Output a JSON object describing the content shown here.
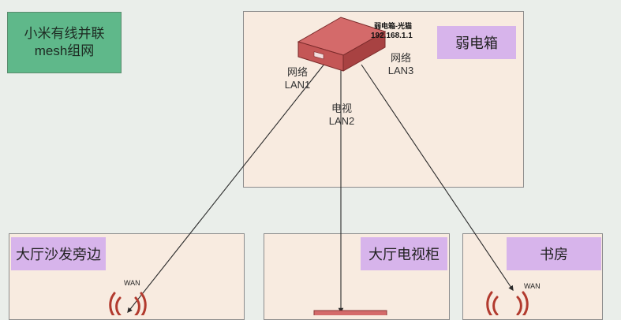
{
  "title": {
    "line1": "小米有线并联",
    "line2": "mesh组网"
  },
  "weak_box": {
    "name": "弱电箱",
    "device_label": "弱电箱-光猫",
    "device_ip": "192.168.1.1",
    "ports": [
      {
        "name": "网络",
        "port": "LAN1"
      },
      {
        "name": "电视",
        "port": "LAN2"
      },
      {
        "name": "网络",
        "port": "LAN3"
      }
    ]
  },
  "rooms": [
    {
      "name": "大厅沙发旁边",
      "wan": "WAN"
    },
    {
      "name": "大厅电视柜"
    },
    {
      "name": "书房",
      "wan": "WAN"
    }
  ],
  "colors": {
    "background": "#eaeeea",
    "room_fill": "#f8ebe0",
    "tag_fill": "#d7b4eb",
    "title_fill": "#5fb88a",
    "router_top": "#d46a6a",
    "router_side": "#b34b4b",
    "wifi_red": "#b23a2e"
  }
}
